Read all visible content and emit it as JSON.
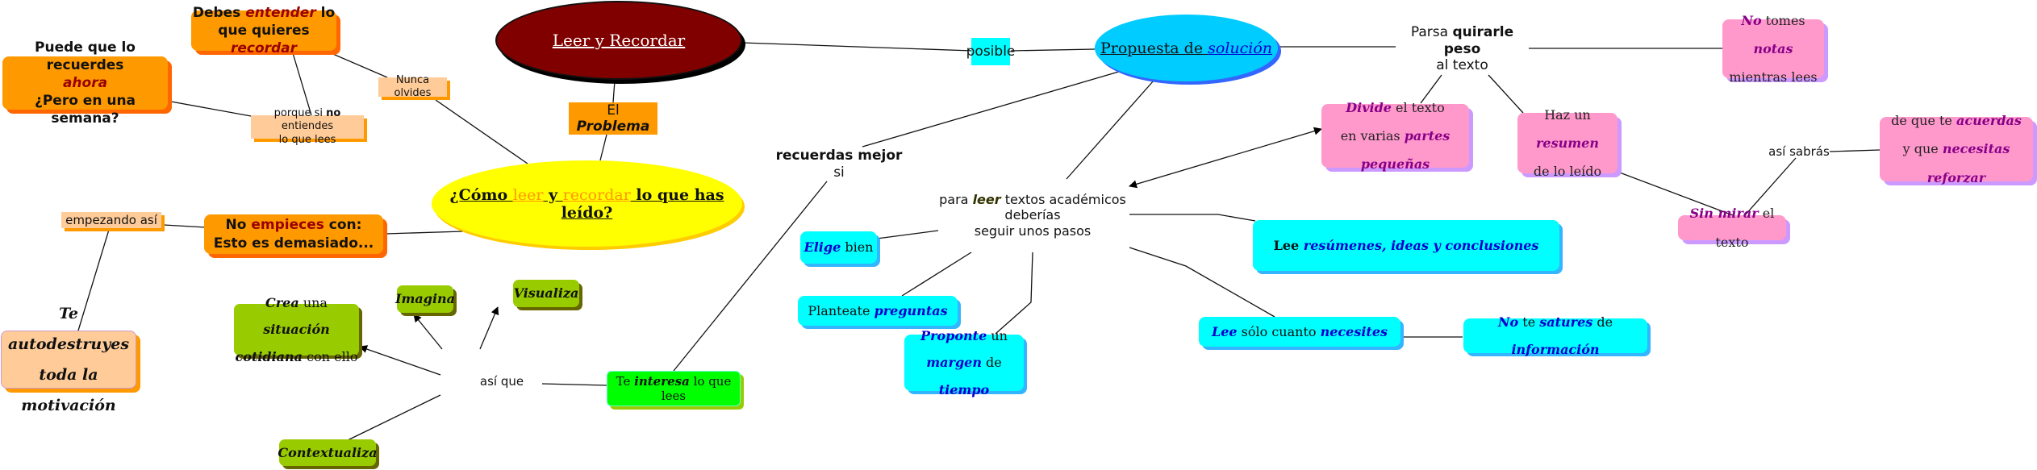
{
  "title": "Leer y Recordar",
  "colors": {
    "main_topic": "#800000",
    "question_topic": "#ffff00",
    "solution_topic": "#00ccff",
    "problem_orange": "#ff9900",
    "problem_peach": "#ffcc99",
    "strategy_green": "#99cc00",
    "interest_lime": "#00ff00",
    "steps_cyan": "#00ffff",
    "weight_pink": "#ff99cc",
    "emphasis_red": "#990000",
    "emphasis_blue": "#0000cc",
    "emphasis_purple": "#880088"
  },
  "nodes": {
    "leer_recordar": [
      {
        "t": "Leer y Recordar",
        "s": "u"
      }
    ],
    "el_problema": [
      {
        "t": "El "
      },
      {
        "t": "Problema",
        "s": "b i"
      }
    ],
    "como_leer": [
      {
        "t": "¿Cómo ",
        "s": "b u"
      },
      {
        "t": "leer",
        "s": "u c-orange"
      },
      {
        "t": " y ",
        "s": "b u"
      },
      {
        "t": "recordar",
        "s": "u c-orange"
      },
      {
        "t": " lo que has leído?",
        "s": "b u"
      }
    ],
    "debes_entender": [
      {
        "t": "Debes "
      },
      {
        "t": "entender",
        "s": "i c-dred"
      },
      {
        "t": "  lo"
      },
      {
        "br": true
      },
      {
        "t": "que quieres "
      },
      {
        "t": "recordar",
        "s": "i c-dred"
      }
    ],
    "puede_que": [
      {
        "t": "Puede que lo recuerdes"
      },
      {
        "br": true
      },
      {
        "t": "ahora",
        "s": "i c-dred"
      },
      {
        "br": true
      },
      {
        "t": "¿Pero en una semana?"
      }
    ],
    "nunca_olvides": [
      {
        "t": "Nunca olvides"
      }
    ],
    "porque_si_no": [
      {
        "t": "porque si "
      },
      {
        "t": "no",
        "s": "b"
      },
      {
        "t": " entiendes"
      },
      {
        "br": true
      },
      {
        "t": "lo que lees"
      }
    ],
    "no_empieces": [
      {
        "t": "No "
      },
      {
        "t": "empieces",
        "s": "c-dred"
      },
      {
        "t": " con:"
      },
      {
        "br": true
      },
      {
        "t": "Esto es demasiado..."
      }
    ],
    "empezando_asi": [
      {
        "t": "empezando así"
      }
    ],
    "te_autodestruyes": [
      {
        "t": "Te autodestruyes"
      },
      {
        "br": true
      },
      {
        "t": "toda la motivación"
      }
    ],
    "crea_situacion": [
      {
        "t": "Crea",
        "s": "b i"
      },
      {
        "t": " una "
      },
      {
        "t": "situación",
        "s": "b i"
      },
      {
        "br": true
      },
      {
        "t": "cotidiana",
        "s": "b i"
      },
      {
        "t": " con ello"
      }
    ],
    "imagina": [
      {
        "t": "Imagina",
        "s": "b i"
      }
    ],
    "visualiza": [
      {
        "t": "Visualiza",
        "s": "b i"
      }
    ],
    "contextualiza": [
      {
        "t": "Contextualiza",
        "s": "b i"
      }
    ],
    "asi_que": [
      {
        "t": "así que"
      }
    ],
    "te_interesa": [
      {
        "t": "Te "
      },
      {
        "t": "interesa",
        "s": "b i"
      },
      {
        "t": " lo que lees"
      }
    ],
    "posible": [
      {
        "t": "posible"
      }
    ],
    "propuesta_solucion": [
      {
        "t": "Propuesta de ",
        "s": "u"
      },
      {
        "t": "solución",
        "s": "u i c-blue"
      }
    ],
    "recuerdas_mejor": [
      {
        "t": "recuerdas mejor",
        "s": "b"
      },
      {
        "br": true
      },
      {
        "t": "si"
      }
    ],
    "para_leer": [
      {
        "t": "para "
      },
      {
        "t": "leer",
        "s": "b i c-olive"
      },
      {
        "t": "  textos académicos"
      },
      {
        "br": true
      },
      {
        "t": "deberías"
      },
      {
        "br": true
      },
      {
        "t": "seguir unos pasos"
      }
    ],
    "elige_bien": [
      {
        "t": "Elige",
        "s": "b i c-blue"
      },
      {
        "t": " bien"
      }
    ],
    "planteate_preguntas": [
      {
        "t": "Planteate "
      },
      {
        "t": "preguntas",
        "s": "b i c-blue"
      }
    ],
    "proponte_margen": [
      {
        "t": "Proponte",
        "s": "b i c-blue"
      },
      {
        "t": " un"
      },
      {
        "br": true
      },
      {
        "t": "margen",
        "s": "b i c-blue"
      },
      {
        "t": " de "
      },
      {
        "t": "tiempo",
        "s": "b i c-blue"
      }
    ],
    "lee_resumenes": [
      {
        "t": "Lee ",
        "s": "b"
      },
      {
        "t": "resúmenes, ideas y conclusiones",
        "s": "b i c-blue"
      }
    ],
    "lee_solo": [
      {
        "t": "Lee",
        "s": "b i c-blue"
      },
      {
        "t": " sólo cuanto "
      },
      {
        "t": "necesites",
        "s": "b i c-blue"
      }
    ],
    "no_satures": [
      {
        "t": "No",
        "s": "b i c-blue"
      },
      {
        "t": " te "
      },
      {
        "t": "satures",
        "s": "b i c-blue"
      },
      {
        "t": " de "
      },
      {
        "t": "información",
        "s": "b i c-blue"
      }
    ],
    "parsa_quirarle": [
      {
        "t": "Parsa "
      },
      {
        "t": "quirarle peso",
        "s": "b"
      },
      {
        "br": true
      },
      {
        "t": "al texto"
      }
    ],
    "no_tomes_notas": [
      {
        "t": "No",
        "s": "b i c-purple"
      },
      {
        "t": " tomes "
      },
      {
        "t": "notas",
        "s": "b i c-purple"
      },
      {
        "br": true
      },
      {
        "t": "mientras lees"
      }
    ],
    "divide_texto": [
      {
        "t": "Divide",
        "s": "b i c-purple"
      },
      {
        "t": " el texto"
      },
      {
        "br": true
      },
      {
        "t": "en varias "
      },
      {
        "t": "partes pequeñas",
        "s": "b i c-purple"
      }
    ],
    "haz_resumen": [
      {
        "t": "Haz un "
      },
      {
        "t": "resumen",
        "s": "b i c-purple"
      },
      {
        "br": true
      },
      {
        "t": "de lo leído"
      }
    ],
    "sin_mirar": [
      {
        "t": "Sin mirar",
        "s": "b i c-purple"
      },
      {
        "t": " el texto"
      }
    ],
    "asi_sabras": [
      {
        "t": "así sabrás"
      }
    ],
    "de_que_acuerdas": [
      {
        "t": "de que te "
      },
      {
        "t": "acuerdas",
        "s": "b i c-purple"
      },
      {
        "br": true
      },
      {
        "t": "y que "
      },
      {
        "t": "necesitas reforzar",
        "s": "b i c-purple"
      }
    ]
  }
}
